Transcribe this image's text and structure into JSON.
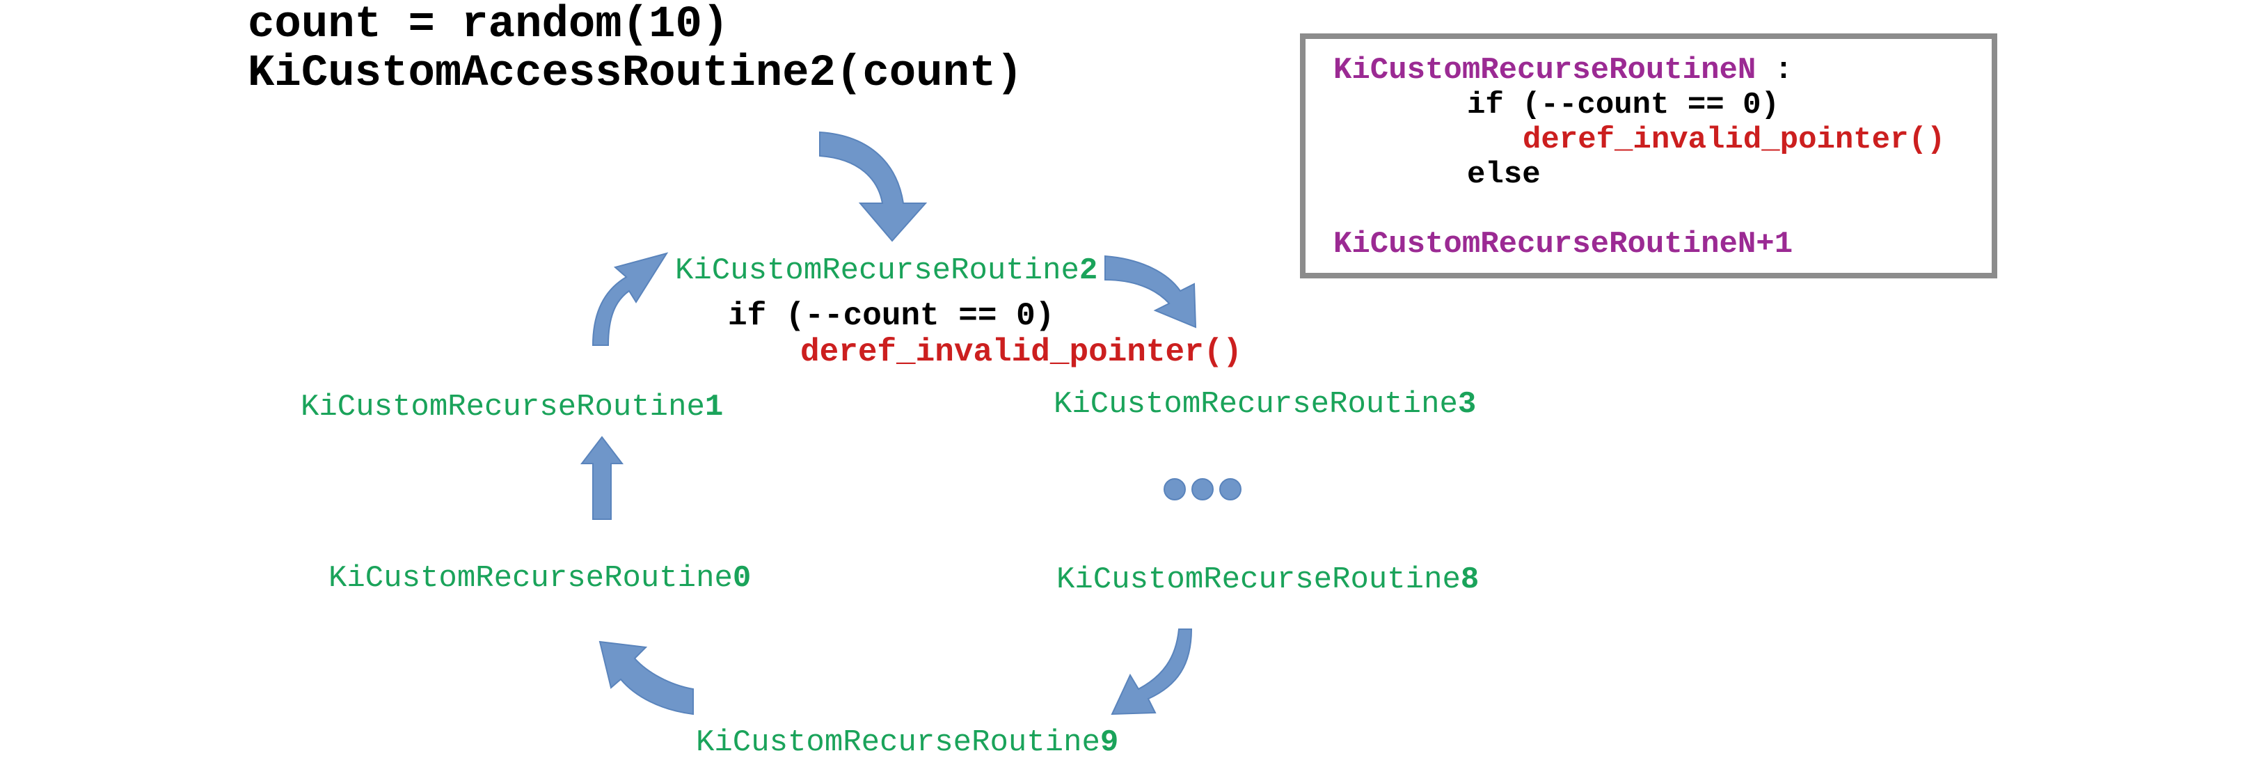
{
  "top_code": {
    "line1": "count = random(10)",
    "line2": "KiCustomAccessRoutine2(count)"
  },
  "routines": {
    "r2": {
      "prefix": "KiCustomRecurseRoutine",
      "number": "2"
    },
    "r1": {
      "prefix": "KiCustomRecurseRoutine",
      "number": "1"
    },
    "r3": {
      "prefix": "KiCustomRecurseRoutine",
      "number": "3"
    },
    "r0": {
      "prefix": "KiCustomRecurseRoutine",
      "number": "0"
    },
    "r8": {
      "prefix": "KiCustomRecurseRoutine",
      "number": "8"
    },
    "r9": {
      "prefix": "KiCustomRecurseRoutine",
      "number": "9"
    }
  },
  "center_code": {
    "condition": "if (--count == 0)",
    "action": "deref_invalid_pointer()"
  },
  "legend_box": {
    "routine_name": "KiCustomRecurseRoutineN",
    "colon": " :",
    "condition": "if (--count == 0)",
    "action": "deref_invalid_pointer()",
    "else_label": "else",
    "next_routine": "KiCustomRecurseRoutineN+1"
  },
  "colors": {
    "routine_green": "#1aa35a",
    "code_red": "#cc1f1f",
    "box_purple": "#9b2a93",
    "arrow_blue": "#6f96c9",
    "box_border_gray": "#8c8c8c"
  },
  "icons": {
    "arrows": "curved-arrow-icon",
    "ellipsis": "ellipsis-dots-icon"
  }
}
